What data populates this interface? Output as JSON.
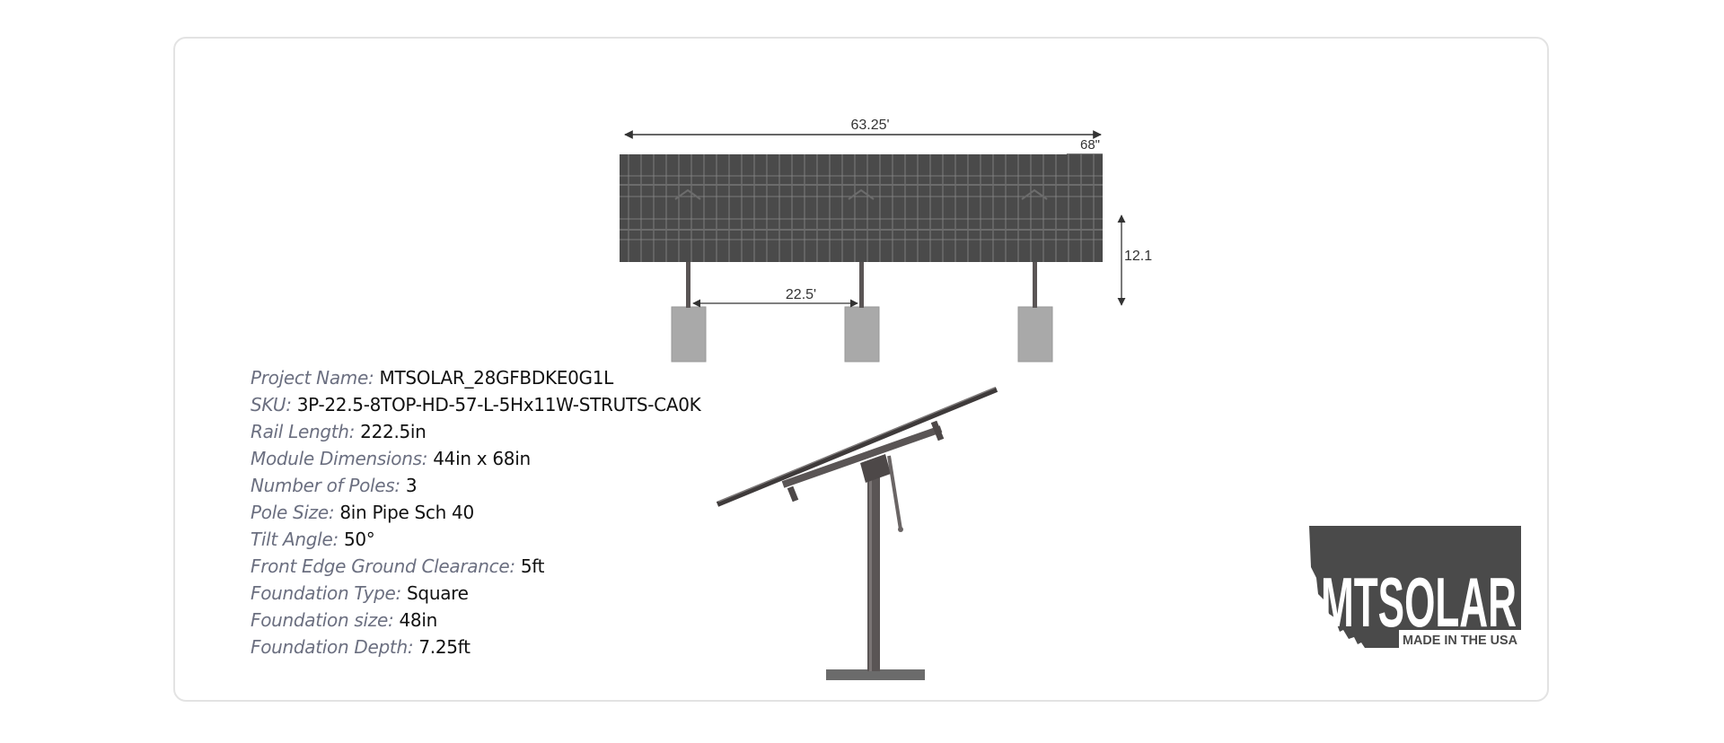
{
  "diagram": {
    "dims": {
      "total_width": "63.25'",
      "module_length": "68\"",
      "height": "12.1",
      "pole_spacing": "22.5'"
    },
    "colors": {
      "panel": "#4a4a4a",
      "grid": "#8a8a8a",
      "post": "#5a5555",
      "footing": "#a9a9a9"
    }
  },
  "specs": {
    "project_name": {
      "label": "Project Name:",
      "value": "MTSOLAR_28GFBDKE0G1L"
    },
    "sku": {
      "label": "SKU:",
      "value": "3P-22.5-8TOP-HD-57-L-5Hx11W-STRUTS-CA0K"
    },
    "rail_length": {
      "label": "Rail Length:",
      "value": "222.5in"
    },
    "module_dimensions": {
      "label": "Module Dimensions:",
      "value": "44in x 68in"
    },
    "number_of_poles": {
      "label": "Number of Poles:",
      "value": "3"
    },
    "pole_size": {
      "label": "Pole Size:",
      "value": "8in Pipe Sch 40"
    },
    "tilt_angle": {
      "label": "Tilt Angle:",
      "value": "50°"
    },
    "front_edge_clearance": {
      "label": "Front Edge Ground Clearance:",
      "value": "5ft"
    },
    "foundation_type": {
      "label": "Foundation Type:",
      "value": "Square"
    },
    "foundation_size": {
      "label": "Foundation size:",
      "value": "48in"
    },
    "foundation_depth": {
      "label": "Foundation Depth:",
      "value": "7.25ft"
    }
  },
  "logo": {
    "brand": "MTSOLAR",
    "tagline": "MADE IN THE USA",
    "color": "#4a4a4a"
  }
}
